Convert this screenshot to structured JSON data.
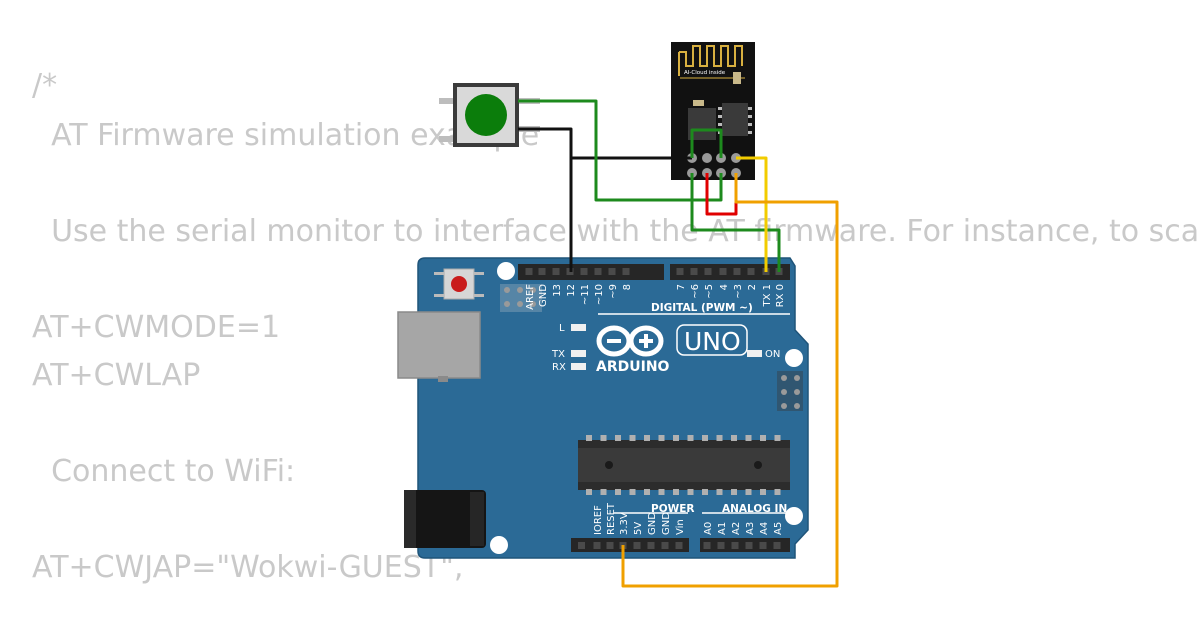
{
  "code": {
    "comment_open": "/*",
    "title": "  AT Firmware simulation example",
    "usage": "  Use the serial monitor to interface with the AT firmware. For instance, to scan WiFi networks:",
    "cmd_mode": "AT+CWMODE=1",
    "cmd_scan": "AT+CWLAP",
    "connect_heading": "  Connect to WiFi:",
    "cmd_join": "AT+CWJAP=\"Wokwi-GUEST\","
  },
  "esp01": {
    "antenna_text": "AI-Cloud inside"
  },
  "arduino": {
    "logo_text": "ARDUINO",
    "model": "UNO",
    "digital_label": "DIGITAL (PWM ~)",
    "power_label": "POWER",
    "analog_label": "ANALOG IN",
    "led_l": "L",
    "led_tx": "TX",
    "led_rx": "RX",
    "led_on": "ON",
    "top_pins": [
      "AREF",
      "GND",
      "13",
      "12",
      "~11",
      "~10",
      "~9",
      "8",
      "7",
      "~6",
      "~5",
      "4",
      "~3",
      "2",
      "TX 1",
      "RX 0"
    ],
    "power_pins": [
      "IOREF",
      "RESET",
      "3.3V",
      "5V",
      "GND",
      "GND",
      "Vin"
    ],
    "analog_pins": [
      "A0",
      "A1",
      "A2",
      "A3",
      "A4",
      "A5"
    ]
  },
  "colors": {
    "board": "#2b6a96",
    "wire_green": "#1d8a1d",
    "wire_black": "#111111",
    "wire_yellow": "#f2cc00",
    "wire_orange": "#f0a000",
    "wire_red": "#e00000",
    "button_cap": "#0b7d0b"
  }
}
